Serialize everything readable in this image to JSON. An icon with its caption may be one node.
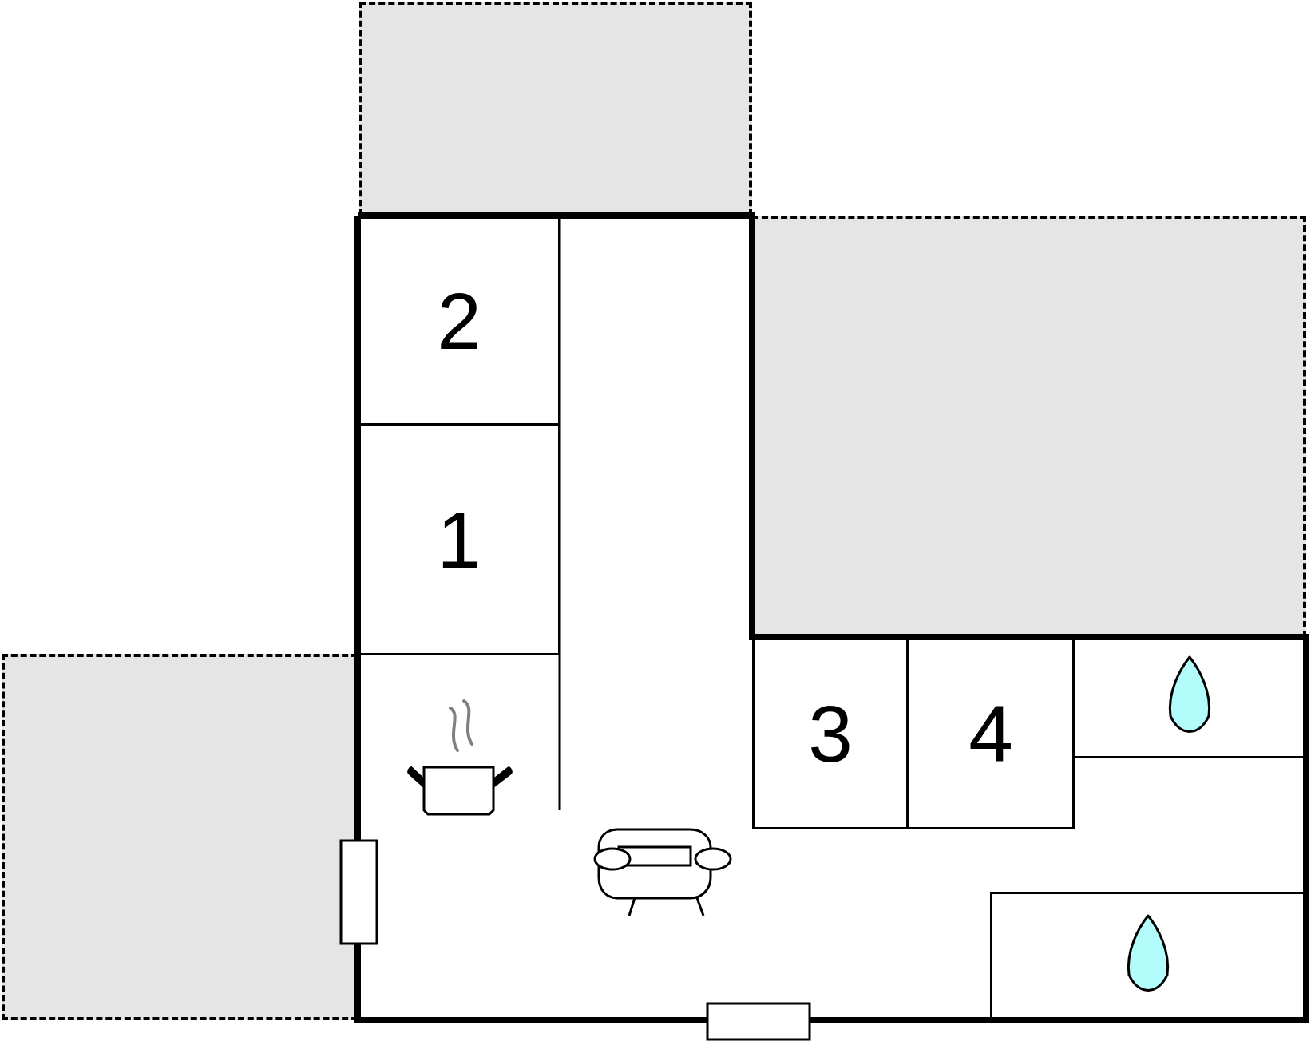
{
  "diagram": {
    "nodes": [
      {
        "text": [],
        "shape": "box"
      },
      {
        "text": [
          "2"
        ]
      },
      {
        "text": [],
        "shape": "box"
      },
      {
        "text": [
          "1"
        ]
      },
      {
        "text": [
          "3"
        ]
      },
      {
        "text": [
          "4"
        ]
      },
      {
        "text": [],
        "shape": "box"
      },
      {
        "text": [],
        "shape": "box"
      },
      {
        "text": [],
        "shape": "box"
      }
    ]
  }
}
